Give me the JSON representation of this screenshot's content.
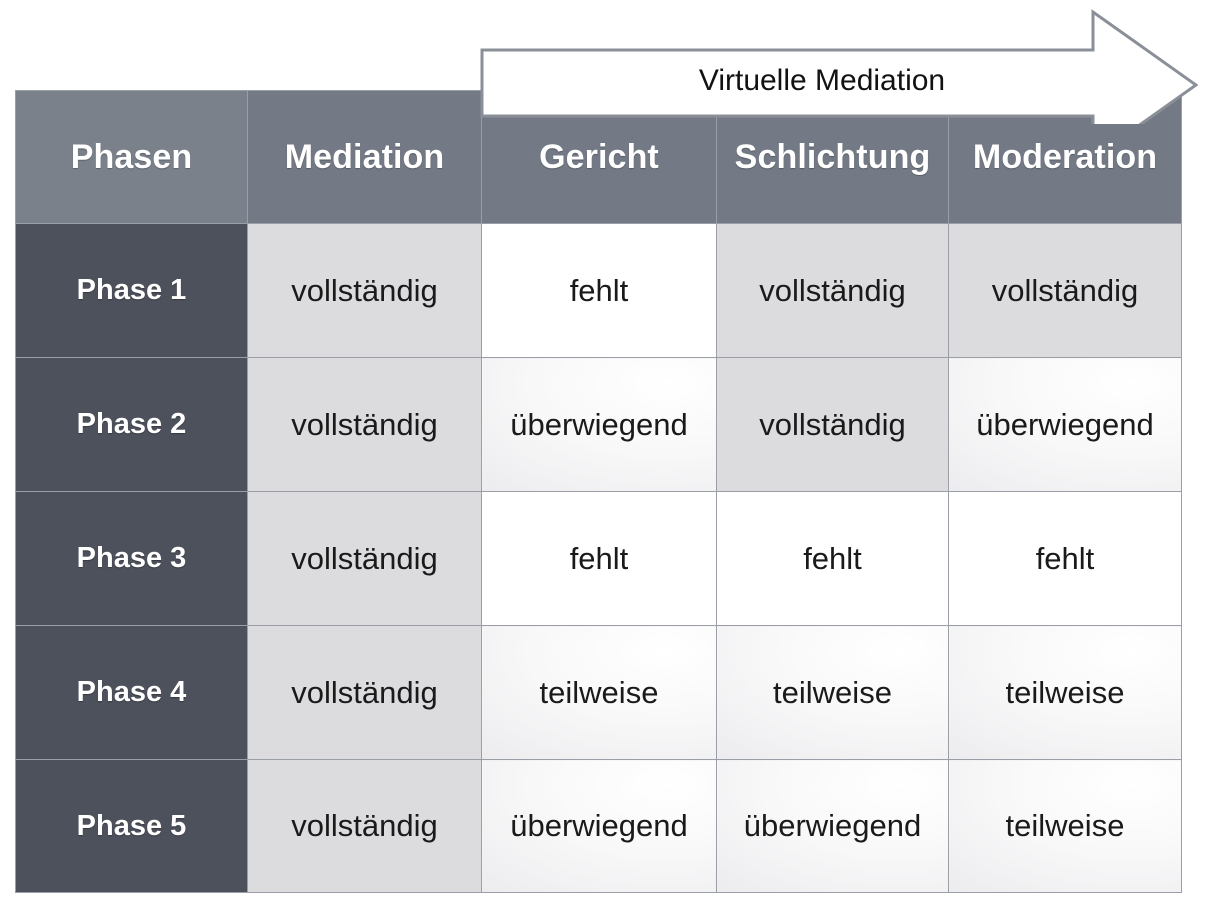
{
  "banner": {
    "label": "Virtuelle Mediation",
    "shape": "right-arrow",
    "fill": "#ffffff",
    "stroke": "#8a8f98"
  },
  "palette": {
    "header_fill": "#747a85",
    "corner_fill": "#7b818b",
    "phase_fill": "#4d515c",
    "grid_line": "#9a9ea6",
    "cell_full": "#dcdcde",
    "cell_missing": "#ffffff",
    "cell_gradient_light": "#ffffff",
    "cell_gradient_dark": "#e6e6e9",
    "header_text": "#ffffff",
    "body_text": "#1a1a1a"
  },
  "table": {
    "columns": [
      {
        "key": "phasen",
        "label": "Phasen"
      },
      {
        "key": "mediation",
        "label": "Mediation"
      },
      {
        "key": "gericht",
        "label": "Gericht"
      },
      {
        "key": "schlichtung",
        "label": "Schlichtung"
      },
      {
        "key": "moderation",
        "label": "Moderation"
      }
    ],
    "rows": [
      {
        "label": "Phase 1",
        "cells": [
          {
            "text": "vollständig",
            "kind": "vollstaendig"
          },
          {
            "text": "fehlt",
            "kind": "fehlt"
          },
          {
            "text": "vollständig",
            "kind": "vollstaendig"
          },
          {
            "text": "vollständig",
            "kind": "vollstaendig"
          }
        ]
      },
      {
        "label": "Phase 2",
        "cells": [
          {
            "text": "vollständig",
            "kind": "vollstaendig"
          },
          {
            "text": "überwiegend",
            "kind": "ueberwiegend"
          },
          {
            "text": "vollständig",
            "kind": "vollstaendig"
          },
          {
            "text": "überwiegend",
            "kind": "ueberwiegend"
          }
        ]
      },
      {
        "label": "Phase 3",
        "cells": [
          {
            "text": "vollständig",
            "kind": "vollstaendig"
          },
          {
            "text": "fehlt",
            "kind": "fehlt"
          },
          {
            "text": "fehlt",
            "kind": "fehlt"
          },
          {
            "text": "fehlt",
            "kind": "fehlt"
          }
        ]
      },
      {
        "label": "Phase 4",
        "cells": [
          {
            "text": "vollständig",
            "kind": "vollstaendig"
          },
          {
            "text": "teilweise",
            "kind": "teilweise"
          },
          {
            "text": "teilweise",
            "kind": "teilweise"
          },
          {
            "text": "teilweise",
            "kind": "teilweise"
          }
        ]
      },
      {
        "label": "Phase 5",
        "cells": [
          {
            "text": "vollständig",
            "kind": "vollstaendig"
          },
          {
            "text": "überwiegend",
            "kind": "ueberwiegend"
          },
          {
            "text": "überwiegend",
            "kind": "ueberwiegend"
          },
          {
            "text": "teilweise",
            "kind": "teilweise"
          }
        ]
      }
    ]
  }
}
